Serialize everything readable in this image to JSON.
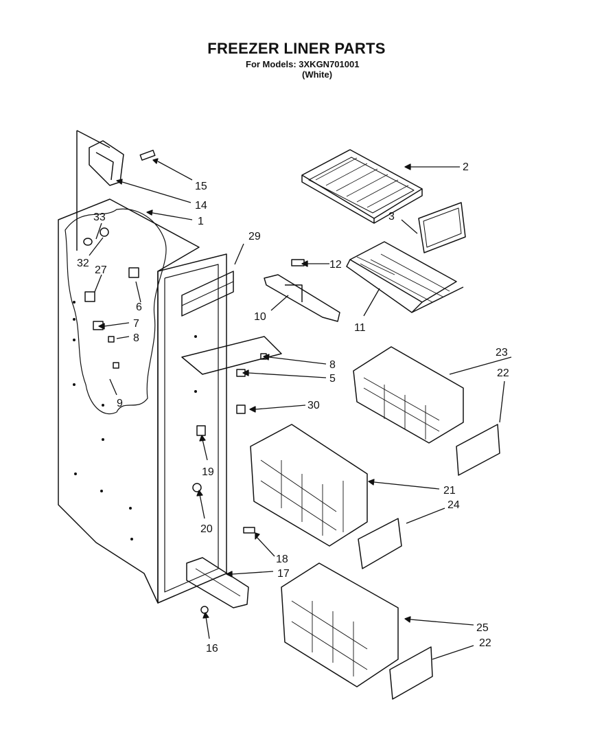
{
  "header": {
    "title": "FREEZER LINER PARTS",
    "models_line": "For Models: 3XKGN701001",
    "color_line": "(White)"
  },
  "callouts": [
    "1",
    "2",
    "3",
    "5",
    "6",
    "7",
    "8",
    "8",
    "9",
    "10",
    "11",
    "12",
    "14",
    "15",
    "16",
    "17",
    "18",
    "19",
    "20",
    "21",
    "22",
    "22",
    "23",
    "24",
    "25",
    "27",
    "29",
    "30",
    "32",
    "33"
  ],
  "colors": {
    "ink": "#111111",
    "paper": "#ffffff"
  }
}
